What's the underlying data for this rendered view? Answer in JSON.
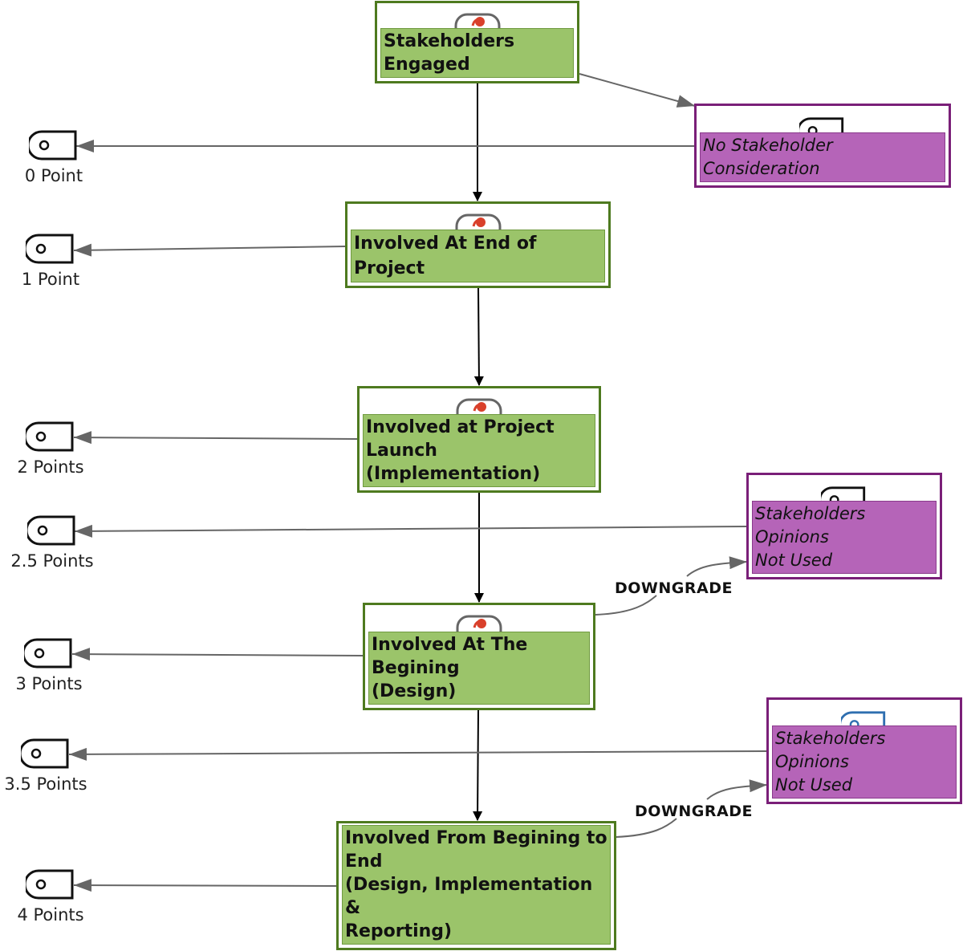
{
  "nodes": {
    "stakeholders_engaged": "Stakeholders Engaged",
    "no_consideration": "No Stakeholder Consideration",
    "end_of_project": "Involved At End of Project",
    "project_launch": [
      "Involved at Project Launch",
      "(Implementation)"
    ],
    "opinions_not_used_1": [
      "Stakeholders Opinions",
      "Not Used"
    ],
    "beginning": [
      "Involved At The Begining",
      "(Design)"
    ],
    "opinions_not_used_2": [
      "Stakeholders Opinions",
      "Not Used"
    ],
    "begin_to_end": [
      "Involved From Begining to End",
      "(Design, Implementation &",
      "Reporting)"
    ]
  },
  "scores": [
    "0 Point",
    "1 Point",
    "2 Points",
    "2.5 Points",
    "3 Points",
    "3.5 Points",
    "4 Points"
  ],
  "edge_labels": [
    "DOWNGRADE",
    "DOWNGRADE"
  ],
  "icons": {
    "stakeholder": "stakeholder-icon",
    "terminal": "terminal-tag-icon"
  },
  "colors": {
    "green_border": "#4e7a1f",
    "green_fill": "#9bc46a",
    "purple_border": "#7a1f78",
    "purple_fill": "#b564b8",
    "icon_red": "#d9402b",
    "blue_tag": "#2f6fb0"
  }
}
